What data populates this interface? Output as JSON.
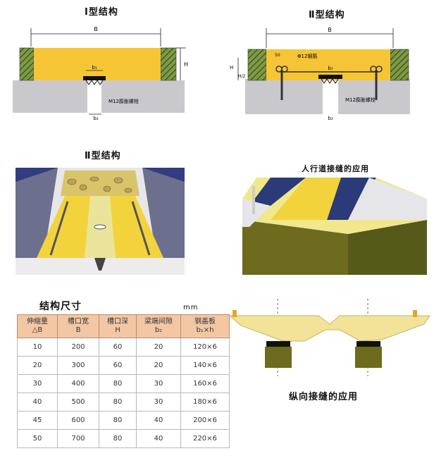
{
  "titles": {
    "type1": "Ⅰ型结构",
    "type2": "Ⅱ型结构",
    "type2b": "Ⅱ型结构",
    "sidewalk": "人行道接缝的应用",
    "longitudinal": "纵向接缝的应用",
    "dimensions": "结构尺寸",
    "unit": "mm"
  },
  "diagram1": {
    "dim_b": "B",
    "dim_h": "H",
    "dim_b1": "b₁",
    "bolt_label": "M12膨胀螺栓",
    "dim_b2": "b₂"
  },
  "diagram2": {
    "dim_b": "B",
    "dim_h": "H",
    "dim_h2": "H/2",
    "dim_50": "50",
    "rebar_label": "Φ12钢筋",
    "dim_b1": "b₁",
    "bolt_label": "M12膨胀螺栓",
    "dim_b2": "b₂"
  },
  "table": {
    "headers": [
      {
        "line1": "伸缩量",
        "line2": "△B"
      },
      {
        "line1": "槽口宽",
        "line2": "B"
      },
      {
        "line1": "槽口深",
        "line2": "H"
      },
      {
        "line1": "梁端间隙",
        "line2": "b₂"
      },
      {
        "line1": "钢盖板",
        "line2": "b₁×h"
      }
    ],
    "rows": [
      [
        "10",
        "200",
        "60",
        "20",
        "120×6"
      ],
      [
        "20",
        "300",
        "60",
        "20",
        "140×6"
      ],
      [
        "30",
        "400",
        "80",
        "30",
        "160×6"
      ],
      [
        "40",
        "500",
        "80",
        "30",
        "180×6"
      ],
      [
        "45",
        "600",
        "80",
        "40",
        "200×6"
      ],
      [
        "50",
        "700",
        "80",
        "40",
        "220×6"
      ]
    ]
  },
  "colors": {
    "yellow": "#f5c535",
    "concrete": "#c8c8cc",
    "hatch": "#6b8a3a",
    "navy": "#2b3a78",
    "olive": "#6e6a1e"
  }
}
